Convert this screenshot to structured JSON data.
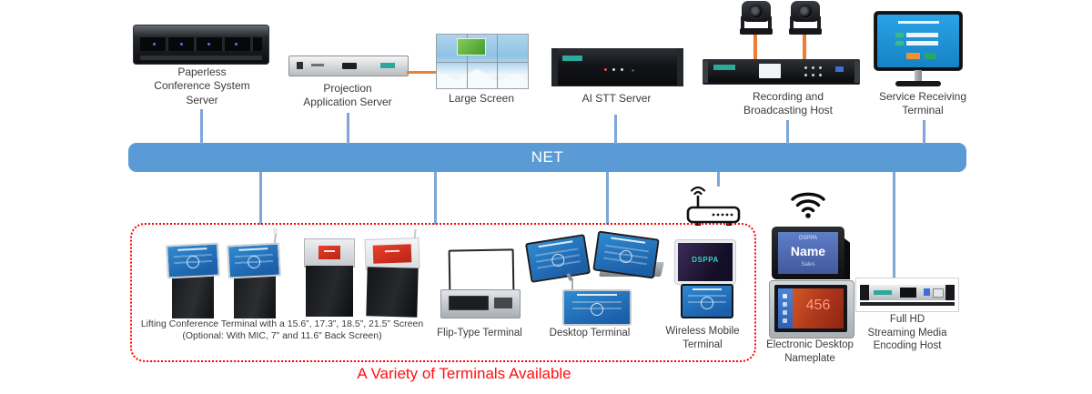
{
  "net": {
    "label": "NET"
  },
  "caption": "A Variety of Terminals Available",
  "devices": {
    "paperless": {
      "label": "Paperless\nConference System\nServer"
    },
    "projection": {
      "label": "Projection\nApplication Server"
    },
    "large_screen": {
      "label": "Large Screen"
    },
    "ai_stt": {
      "label": "AI STT Server"
    },
    "recording": {
      "label": "Recording and\nBroadcasting Host"
    },
    "service": {
      "label": "Service Receiving\nTerminal"
    },
    "lifting": {
      "label": "Lifting Conference Terminal with a 15.6”, 17.3”, 18.5”, 21.5” Screen\n(Optional: With MIC, 7” and 11.6” Back Screen)"
    },
    "flip": {
      "label": "Flip-Type Terminal"
    },
    "desktop": {
      "label": "Desktop Terminal"
    },
    "wireless": {
      "label": "Wireless Mobile\nTerminal",
      "brand": "DSPPA"
    },
    "nameplate": {
      "label": "Electronic Desktop\nNameplate",
      "screen_brand": "DSPPA",
      "screen_name": "Name",
      "screen_role": "Sales",
      "tablet_value": "456"
    },
    "encoder": {
      "label": "Full HD\nStreaming Media\nEncoding Host"
    }
  },
  "icons": {
    "router": "wifi-router",
    "wireless_zone": "wifi-signal"
  },
  "colors": {
    "net_bar": "#5B9BD5",
    "connector": "#7EA6D8",
    "cable_orange": "#ED7D31",
    "dashed_border": "#FF0000",
    "caption": "#FF0F0F",
    "label_text": "#3B3B3B"
  }
}
